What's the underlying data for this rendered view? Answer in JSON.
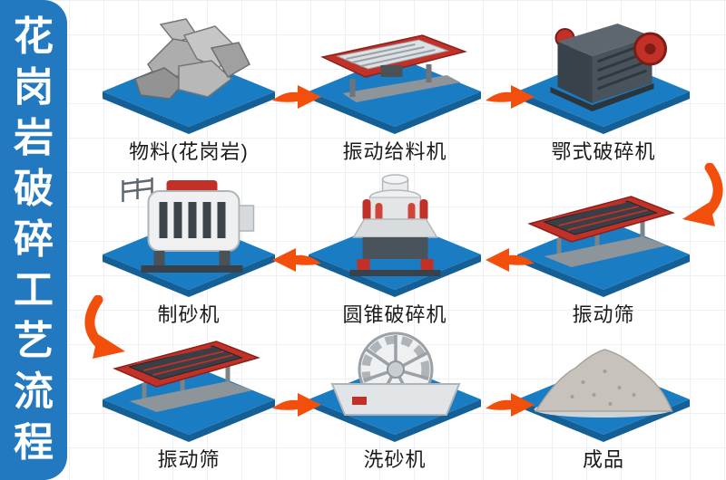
{
  "title": "花岗岩破碎工艺流程",
  "sidebar": {
    "chars": [
      "花",
      "岗",
      "岩",
      "破",
      "碎",
      "工",
      "艺",
      "流",
      "程"
    ]
  },
  "nodes": [
    {
      "id": "material",
      "label": "物料(花岗岩)"
    },
    {
      "id": "vibrating-feeder",
      "label": "振动给料机"
    },
    {
      "id": "jaw-crusher",
      "label": "鄂式破碎机"
    },
    {
      "id": "sand-making-machine",
      "label": "制砂机"
    },
    {
      "id": "cone-crusher",
      "label": "圆锥破碎机"
    },
    {
      "id": "vibrating-screen-upper",
      "label": "振动筛"
    },
    {
      "id": "vibrating-screen-lower",
      "label": "振动筛"
    },
    {
      "id": "sand-washer",
      "label": "洗砂机"
    },
    {
      "id": "finished-product",
      "label": "成品"
    }
  ],
  "flow": [
    {
      "from": "物料(花岗岩)",
      "to": "振动给料机"
    },
    {
      "from": "振动给料机",
      "to": "鄂式破碎机"
    },
    {
      "from": "鄂式破碎机",
      "to": "振动筛"
    },
    {
      "from": "振动筛",
      "to": "圆锥破碎机"
    },
    {
      "from": "圆锥破碎机",
      "to": "制砂机"
    },
    {
      "from": "制砂机",
      "to": "振动筛"
    },
    {
      "from": "振动筛",
      "to": "洗砂机"
    },
    {
      "from": "洗砂机",
      "to": "成品"
    }
  ],
  "colors": {
    "sidebar_blue": "#2379bf",
    "platform_blue": "#1a7cc2",
    "platform_edge": "#135f96",
    "arrow_orange": "#f24f0c",
    "machine_red": "#c23128",
    "label_color": "#1b1b1b"
  }
}
